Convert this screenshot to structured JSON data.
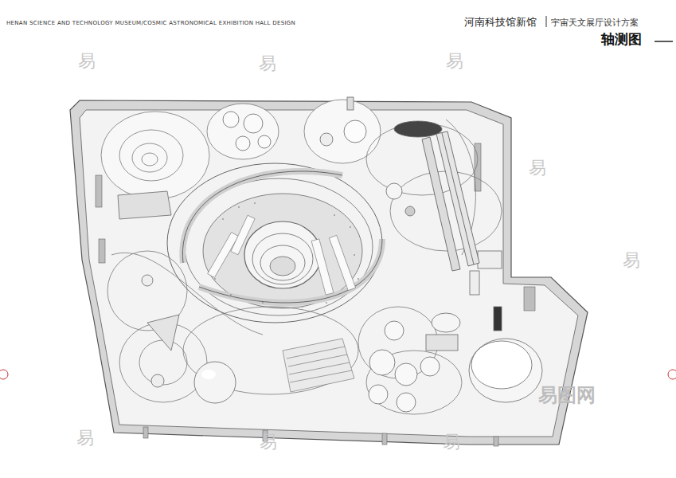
{
  "diagram": {
    "title": "轴测图",
    "labels": [
      "HENAN SCIENCE AND TECHNOLOGY MUSEUM/COSMIC ASTRONOMICAL EXHIBITION HALL DESIGN",
      "河南科技馆新馆",
      "宇宙天文展厅设计方案",
      "易",
      "易",
      "易",
      "易",
      "易",
      "易",
      "易",
      "易",
      "易图网"
    ]
  }
}
